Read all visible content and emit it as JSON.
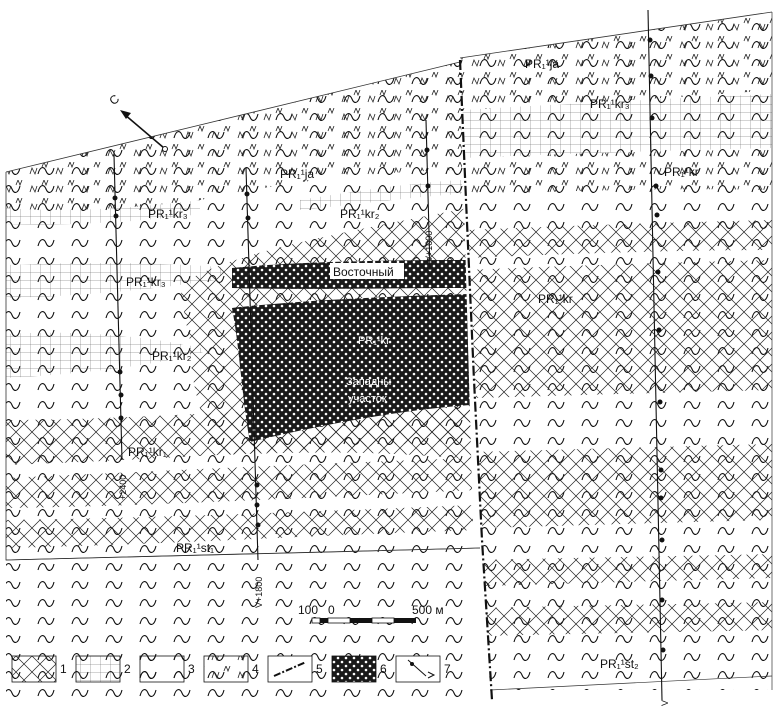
{
  "north_arrow": {
    "label": "С",
    "icon": "north-arrow-icon"
  },
  "formation_labels": {
    "ja_left": "PR₁¹ja",
    "ja_right": "PR₁¹ja",
    "kr3_top_right": "PR₁¹kr₃",
    "kr_right_upper": "PR₁¹kr",
    "kr3_left_upper": "PR₁¹kr₃",
    "kr2_mid": "PR₁¹kr₂",
    "kr3_left": "PR₁¹kr₃",
    "kr_right_mid": "PR₁¹kr",
    "kr2_left": "PR₁¹kr₂",
    "ore_unit": "PR₁¹kr",
    "kr1_left": "PR₁¹kr₁",
    "st1": "PR₁¹st₁",
    "st2": "PR₁¹st₂"
  },
  "ore_bodies": {
    "east": "Восточный",
    "west_line1": "Западны",
    "west_line2": "участок"
  },
  "wells": {
    "w1000": "V+1000",
    "w2400": "+2400",
    "w1800": "V+1800",
    "wV": "V"
  },
  "scale_bar": {
    "left_label": "100",
    "zero_label": "0",
    "right_label": "500 м"
  },
  "legend": [
    {
      "num": "1",
      "icon": "crosshatch-pattern-icon"
    },
    {
      "num": "2",
      "icon": "grid-pattern-icon"
    },
    {
      "num": "3",
      "icon": "wave-pattern-icon"
    },
    {
      "num": "4",
      "icon": "zigzag-pattern-icon"
    },
    {
      "num": "5",
      "icon": "fault-line-icon"
    },
    {
      "num": "6",
      "icon": "ore-body-pattern-icon"
    },
    {
      "num": "7",
      "icon": "borehole-icon"
    }
  ],
  "colors": {
    "ink": "#111111",
    "paper": "#ffffff",
    "ore_fill": "#1a1a1a"
  }
}
